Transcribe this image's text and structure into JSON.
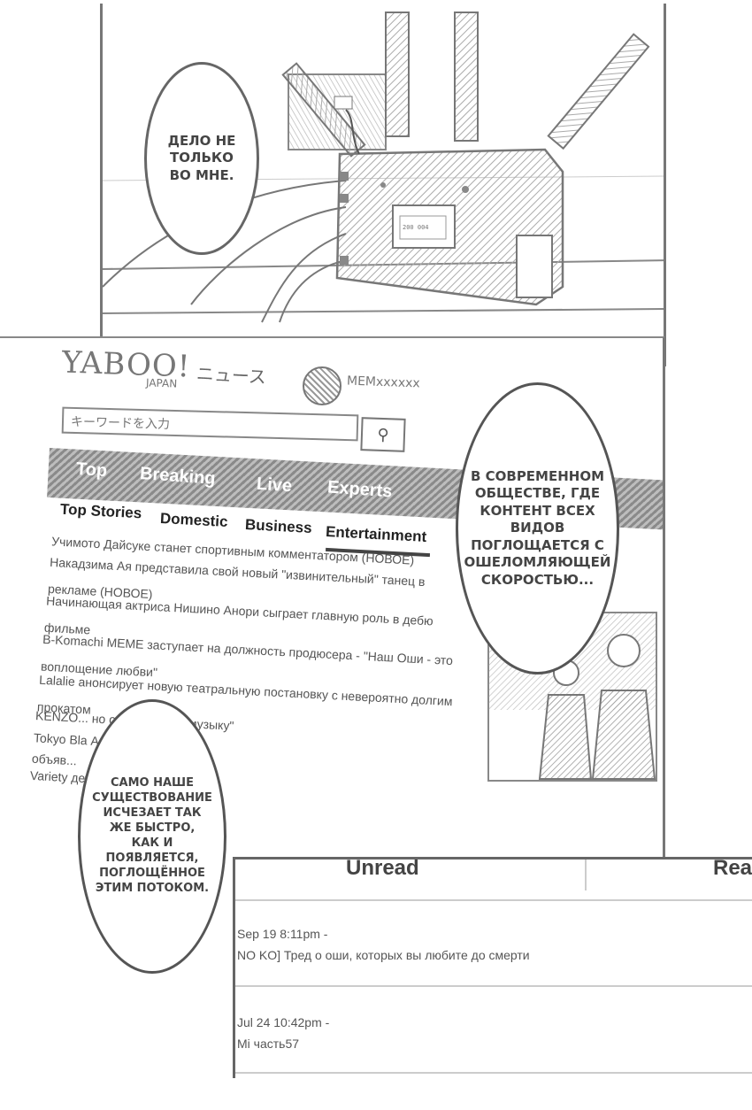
{
  "bubbles": {
    "top": "Дело не\nтолько\nво мне.",
    "right": "В современном\nобществе, где\nконтент всех\nвидов\nпоглощается с\nошеломляющей\nскоростью...",
    "bottom": "Само наше\nсуществование\nисчезает так\nже быстро,\nкак и\nпоявляется,\nпоглощённое\nэтим потоком."
  },
  "news": {
    "logo": "YABOO!",
    "logo_sub": "JAPAN",
    "logo_news": "ニュース",
    "badge_label": "MEMxxxxxx",
    "search_placeholder": "キーワードを入力",
    "nav": [
      "Top",
      "Breaking",
      "Live",
      "Experts"
    ],
    "tabs": [
      "Top Stories",
      "Domestic",
      "Business",
      "Entertainment"
    ],
    "items": [
      "Учимото Дайсуке станет спортивным комментатором (НОВОЕ)",
      "Накадзима Ая представила свой новый \"извинительный\" танец в",
      "рекламе (НОВОЕ)",
      "Начинающая актриса Нишино Анори сыграет главную роль в дебю",
      "фильме",
      "B-Komachi MEME заступает на должность продюсера - \"Наш Оши - это",
      "воплощение любви\"",
      "Lalalie анонсирует новую театральную постановку с невероятно долгим",
      "прокатом",
      "KENZO... но                    о я ненавижу музыку\"",
      "Tokyo Bla                              Абико",
      "объяв...",
      "Variety                                 детях"
    ]
  },
  "forum": {
    "col_unread": "Unread",
    "col_read": "Rea",
    "threads": [
      {
        "time": "Sep 19 8:11pm -",
        "title": "NO KO] Тред о оши, которых вы любите до смерти"
      },
      {
        "time": "Jul 24 10:42pm -",
        "title": "Mi  часть57"
      }
    ]
  }
}
